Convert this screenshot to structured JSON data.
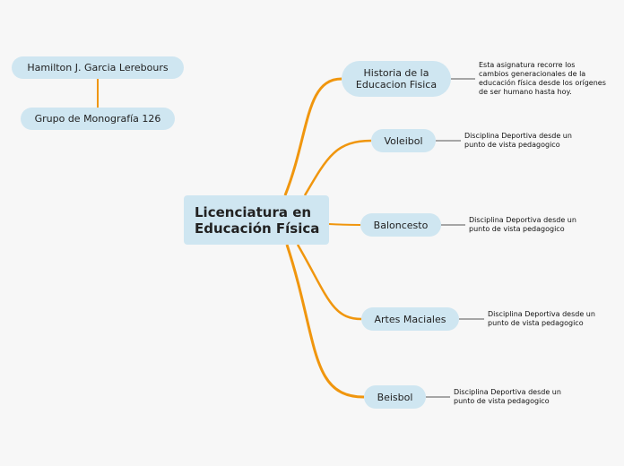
{
  "colors": {
    "background": "#f7f7f7",
    "node_fill": "#cfe6f1",
    "branch": "#f0960e",
    "note_line": "#555555"
  },
  "central": {
    "label": "Licenciatura en\nEducación Física"
  },
  "author_box": {
    "name": "Hamilton J. Garcia Lerebours",
    "group": "Grupo de Monografía 126"
  },
  "branches": [
    {
      "label": "Historia de la\nEducacion Fisica",
      "note": "Esta asignatura recorre los\ncambios generacionales de la\neducación física desde los orígenes\nde ser humano hasta hoy."
    },
    {
      "label": "Voleibol",
      "note": "Disciplina Deportiva desde un\npunto de vista pedagogico"
    },
    {
      "label": "Baloncesto",
      "note": "Disciplina Deportiva desde un\npunto de vista pedagogico"
    },
    {
      "label": "Artes Maciales",
      "note": "Disciplina Deportiva desde un\npunto de vista pedagogico"
    },
    {
      "label": "Beisbol",
      "note": "Disciplina Deportiva desde un\npunto de vista pedagogico"
    }
  ]
}
